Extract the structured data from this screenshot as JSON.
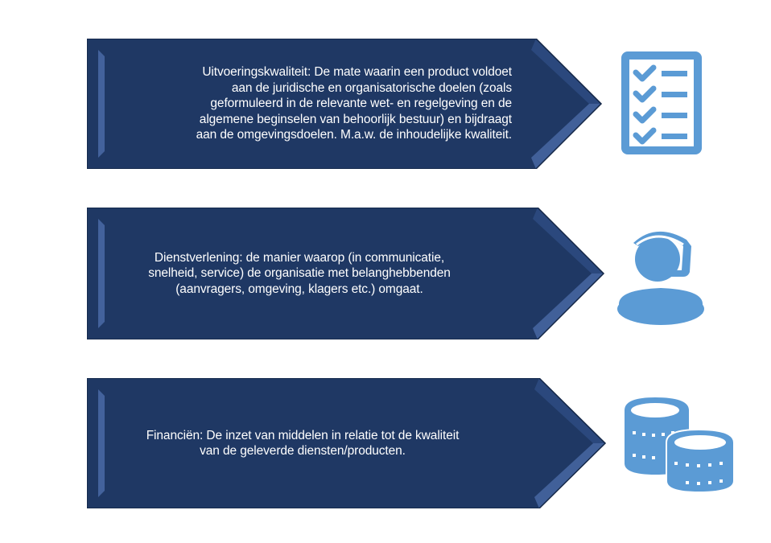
{
  "colors": {
    "arrow_fill": "#1f3864",
    "arrow_bevel_light": "#4a6aa6",
    "arrow_bevel_dark": "#152a4e",
    "icon_blue": "#5b9bd5",
    "text": "#ffffff"
  },
  "items": [
    {
      "title": "Uitvoeringskwaliteit",
      "icon": "checklist-icon",
      "align": "right",
      "lines": [
        "Uitvoeringskwaliteit: De mate waarin een product voldoet",
        "aan de juridische en organisatorische doelen (zoals",
        "geformuleerd in de relevante wet- en regelgeving en de",
        "algemene beginselen van behoorlijk bestuur) en bijdraagt",
        "aan de omgevingsdoelen. M.a.w. de inhoudelijke kwaliteit."
      ]
    },
    {
      "title": "Dienstverlening",
      "icon": "customer-service-headset-icon",
      "align": "center",
      "lines": [
        "Dienstverlening: de manier waarop (in communicatie,",
        "snelheid, service) de organisatie met belanghebbenden",
        "(aanvragers, omgeving, klagers etc.) omgaat."
      ]
    },
    {
      "title": "Financiën",
      "icon": "coins-icon",
      "align": "center",
      "lines": [
        "Financiën: De inzet van middelen in relatie tot de kwaliteit",
        "van de geleverde diensten/producten."
      ]
    }
  ]
}
